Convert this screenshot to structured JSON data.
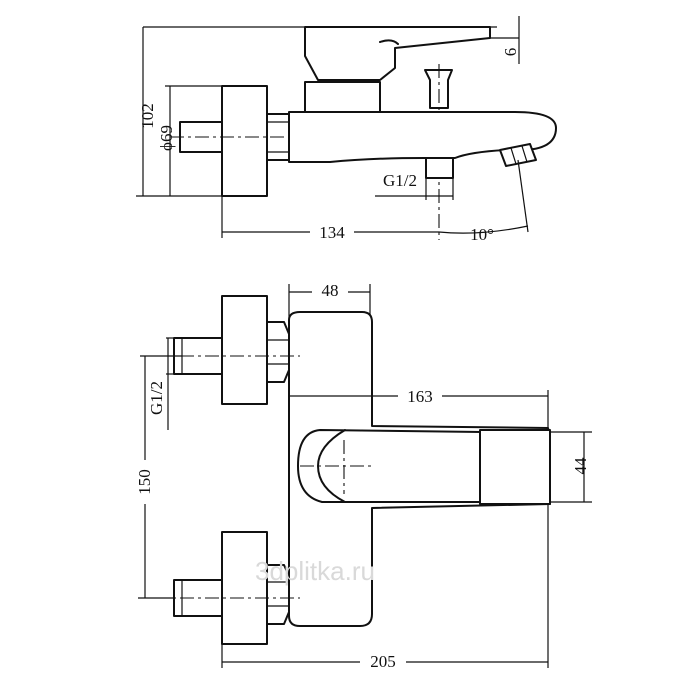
{
  "dimensions": {
    "top_height": "102",
    "top_diameter": "ϕ69",
    "top_thread": "G1/2",
    "top_length": "134",
    "top_angle": "10°",
    "top_lever_offset": "6",
    "bottom_body_width": "48",
    "bottom_handle_length": "163",
    "bottom_handle_height": "44",
    "bottom_thread": "G1/2",
    "bottom_centers": "150",
    "bottom_total_length": "205"
  },
  "watermark": "3dplitka.ru"
}
